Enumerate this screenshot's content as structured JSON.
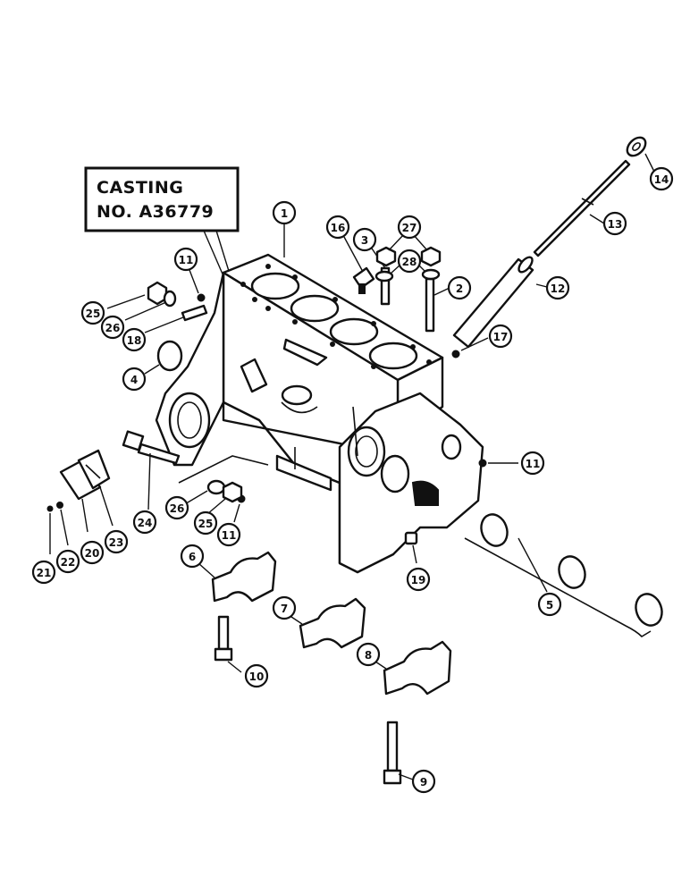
{
  "casting_label": {
    "line1": "CASTING",
    "line2": "NO. A36779"
  },
  "callouts": [
    {
      "id": "c1",
      "label": "1"
    },
    {
      "id": "c2",
      "label": "2"
    },
    {
      "id": "c3",
      "label": "3"
    },
    {
      "id": "c4",
      "label": "4"
    },
    {
      "id": "c5",
      "label": "5"
    },
    {
      "id": "c6",
      "label": "6"
    },
    {
      "id": "c7",
      "label": "7"
    },
    {
      "id": "c8",
      "label": "8"
    },
    {
      "id": "c9",
      "label": "9"
    },
    {
      "id": "c10",
      "label": "10"
    },
    {
      "id": "c11a",
      "label": "11"
    },
    {
      "id": "c11b",
      "label": "11"
    },
    {
      "id": "c11c",
      "label": "11"
    },
    {
      "id": "c12",
      "label": "12"
    },
    {
      "id": "c13",
      "label": "13"
    },
    {
      "id": "c14",
      "label": "14"
    },
    {
      "id": "c16",
      "label": "16"
    },
    {
      "id": "c17",
      "label": "17"
    },
    {
      "id": "c18",
      "label": "18"
    },
    {
      "id": "c19",
      "label": "19"
    },
    {
      "id": "c20",
      "label": "20"
    },
    {
      "id": "c21",
      "label": "21"
    },
    {
      "id": "c22",
      "label": "22"
    },
    {
      "id": "c23",
      "label": "23"
    },
    {
      "id": "c24",
      "label": "24"
    },
    {
      "id": "c25a",
      "label": "25"
    },
    {
      "id": "c25b",
      "label": "25"
    },
    {
      "id": "c26a",
      "label": "26"
    },
    {
      "id": "c26b",
      "label": "26"
    },
    {
      "id": "c27",
      "label": "27"
    },
    {
      "id": "c28",
      "label": "28"
    }
  ]
}
